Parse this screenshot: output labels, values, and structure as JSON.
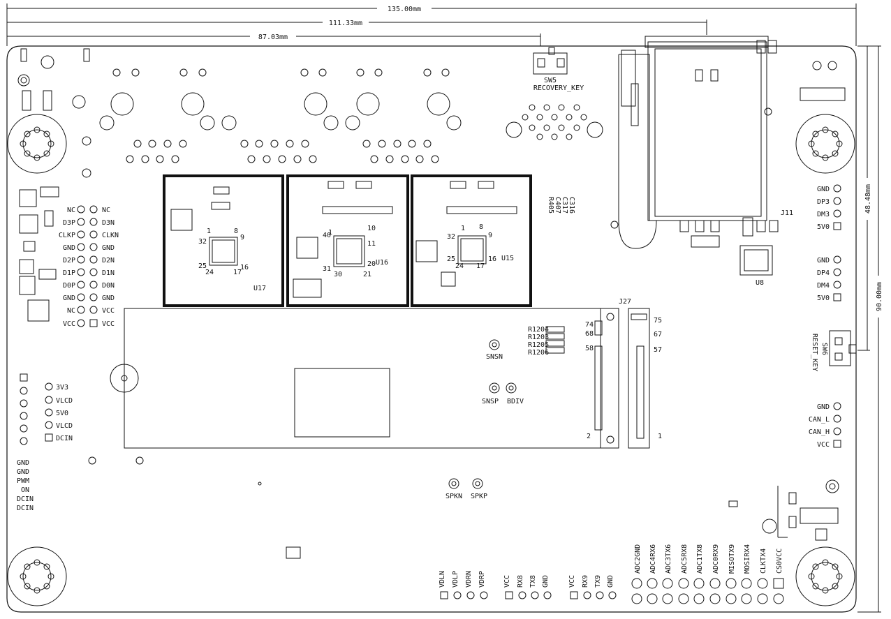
{
  "dimensions": {
    "total_width": "135.00mm",
    "mid_width": "111.33mm",
    "short_width": "87.03mm",
    "right_height_top": "48.48mm",
    "right_height_total": "90.00mm"
  },
  "components": {
    "sw5": "SW5",
    "recovery_key": "RECOVERY_KEY",
    "sw6": "SW6",
    "reset_key": "RESET_KEY",
    "u8": "U8",
    "j11": "J11",
    "j27": "J27",
    "u15": "U15",
    "u16": "U16",
    "u17": "U17",
    "res_ids": [
      "R1204",
      "R1203",
      "R1205",
      "R1206"
    ],
    "cap_ids": [
      "R405",
      "C407",
      "C317",
      "C316"
    ]
  },
  "left_header_a": {
    "left": [
      "NC",
      "D3P",
      "CLKP",
      "GND",
      "D2P",
      "D1P",
      "D0P",
      "GND",
      "NC",
      "VCC"
    ],
    "right": [
      "NC",
      "D3N",
      "CLKN",
      "GND",
      "D2N",
      "D1N",
      "D0N",
      "GND",
      "VCC",
      "VCC"
    ]
  },
  "left_header_b": [
    "3V3",
    "VLCD",
    "5V0",
    "VLCD",
    "DCIN"
  ],
  "left_header_c": [
    "GND",
    "GND",
    "PWM",
    "ON",
    "DCIN",
    "DCIN"
  ],
  "right_header_usb1": [
    "GND",
    "DP3",
    "DM3",
    "5V0"
  ],
  "right_header_usb2": [
    "GND",
    "DP4",
    "DM4",
    "5V0"
  ],
  "right_header_can": [
    "GND",
    "CAN_L",
    "CAN_H",
    "VCC"
  ],
  "m2": {
    "pin_75": "75",
    "pin_74": "74",
    "pin_67": "67",
    "pin_68": "68",
    "pin_57": "57",
    "pin_58": "58",
    "pin_1": "1",
    "pin_2": "2"
  },
  "chip_pins": {
    "u17": [
      "1",
      "8",
      "9",
      "16",
      "17",
      "24",
      "25",
      "32"
    ],
    "u16": [
      "1",
      "10",
      "11",
      "20",
      "21",
      "30",
      "31",
      "40"
    ],
    "u15": [
      "1",
      "8",
      "9",
      "16",
      "17",
      "24",
      "25",
      "32"
    ]
  },
  "test_points": {
    "snsn": "SNSN",
    "snsp": "SNSP",
    "bdiv": "BDIV",
    "spkn": "SPKN",
    "spkp": "SPKP"
  },
  "bottom_lvds": [
    "VDLN",
    "VDLP",
    "VDRN",
    "VDRP"
  ],
  "bottom_uart1": [
    "VCC",
    "RX8",
    "TX8",
    "GND"
  ],
  "bottom_uart2": [
    "VCC",
    "RX9",
    "TX9",
    "GND"
  ],
  "bottom_gpio": [
    "ADC2GND",
    "ADC4RX6",
    "ADC3TX6",
    "ADC5RX8",
    "ADC1TX8",
    "ADC0RX9",
    "MISOTX9",
    "MOSIRX4",
    "CLKTX4",
    "CS0VCC"
  ]
}
